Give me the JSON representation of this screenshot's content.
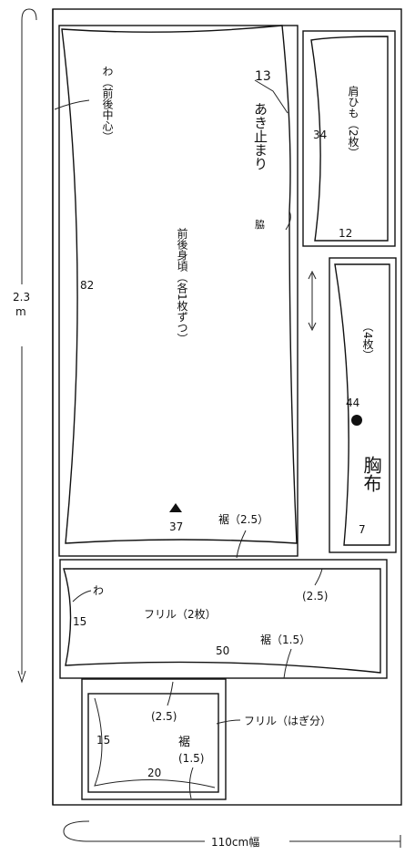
{
  "fabric": {
    "length_value": "2.3",
    "length_unit": "m",
    "width_label": "110cm幅"
  },
  "pieces": {
    "body": {
      "name": "前後身頃（各1枚ずつ）",
      "fold_label": "わ（前後中心）",
      "opening_label": "あき止まり",
      "armpit_label": "脇",
      "length": "82",
      "width": "37",
      "top_dim": "13",
      "hem_label": "裾（2.5）"
    },
    "shoulder_strap": {
      "name": "肩ひも（2枚）",
      "length": "34",
      "width": "12"
    },
    "bib": {
      "name": "胸布",
      "count": "（4枚）",
      "length": "44",
      "width": "7"
    },
    "frill_large": {
      "name": "フリル（2枚）",
      "fold_label": "わ",
      "height": "15",
      "width": "50",
      "top_allowance": "(2.5)",
      "hem_label": "裾（1.5）"
    },
    "frill_small": {
      "name": "フリル（はぎ分）",
      "height": "15",
      "width": "20",
      "top_allowance": "(2.5)",
      "hem_label": "裾",
      "hem_allowance": "(1.5)"
    }
  }
}
